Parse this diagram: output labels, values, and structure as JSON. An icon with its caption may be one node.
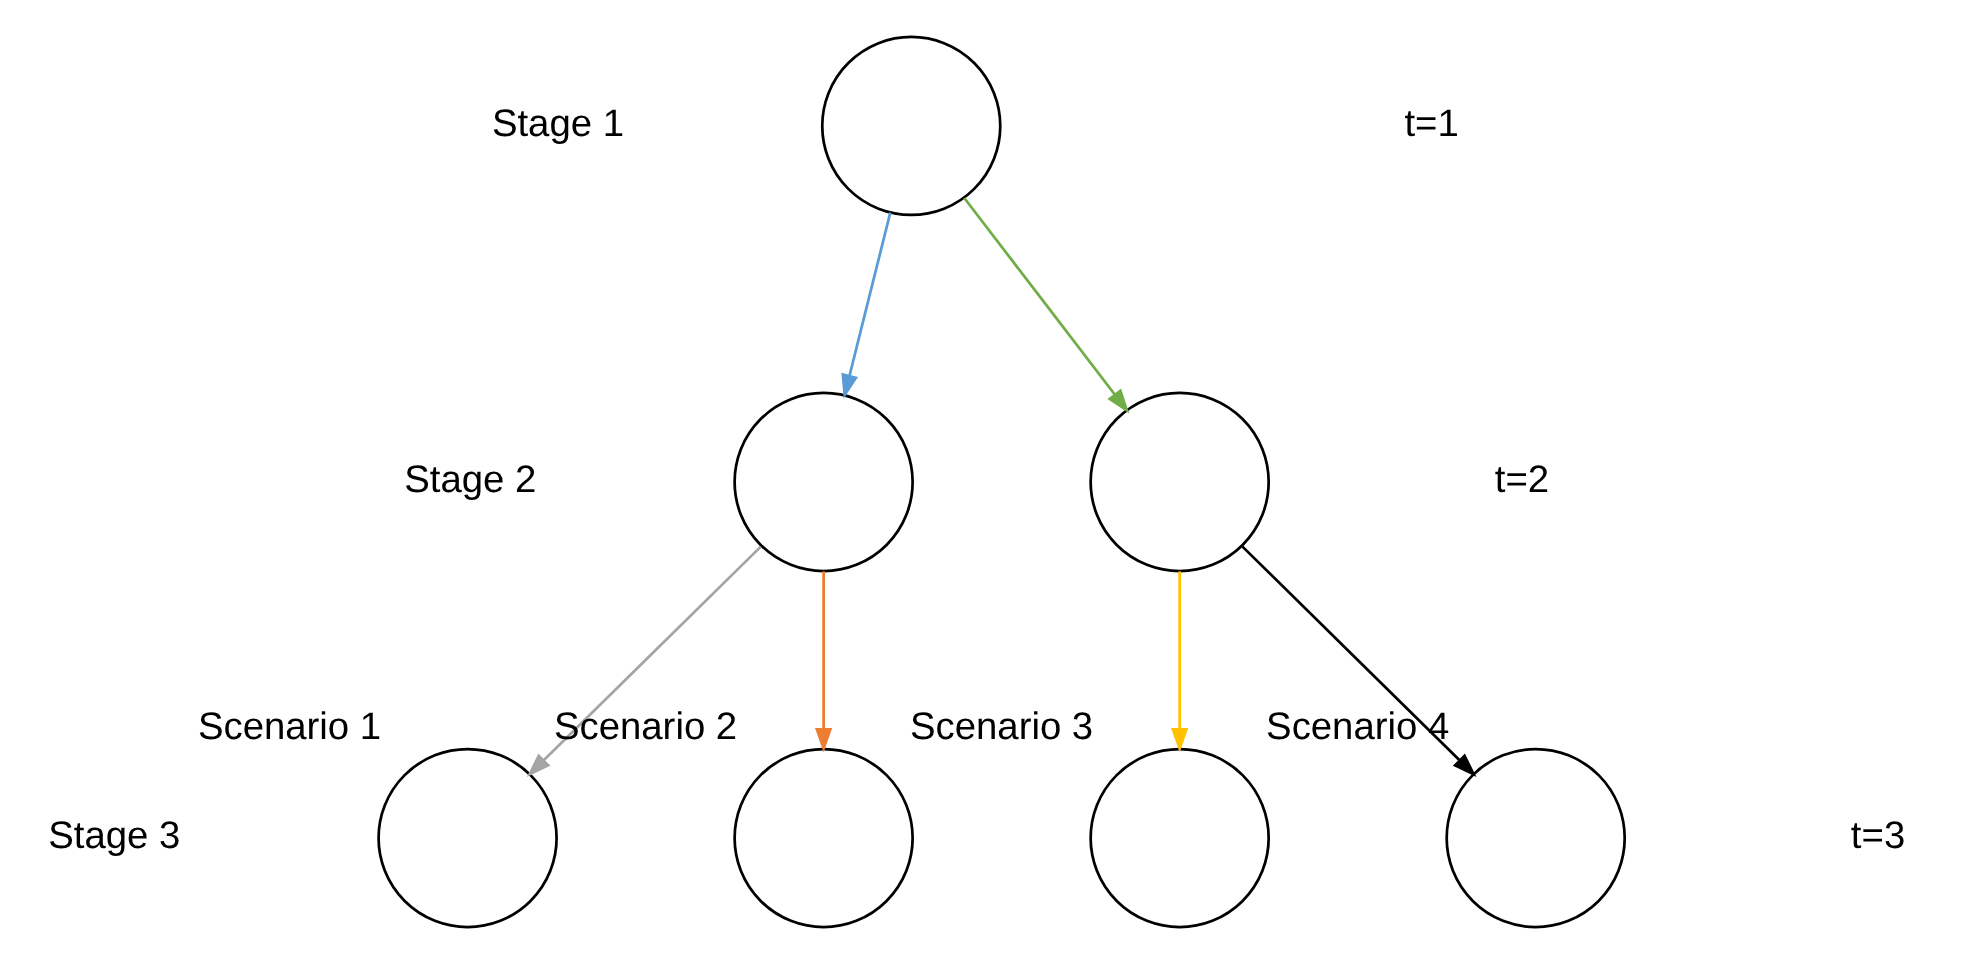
{
  "diagram": {
    "nodes": [
      {
        "text": [],
        "shape": "circle"
      },
      {
        "text": [],
        "shape": "circle"
      },
      {
        "text": [],
        "shape": "circle"
      },
      {
        "text": [],
        "shape": "circle",
        "beside": [
          "Scenario 1"
        ]
      },
      {
        "text": [],
        "shape": "circle",
        "beside": [
          "Scenario 2"
        ]
      },
      {
        "text": [],
        "shape": "circle",
        "beside": [
          "Scenario 3"
        ]
      },
      {
        "text": [],
        "shape": "circle",
        "beside": [
          "Scenario 4"
        ]
      }
    ],
    "edges": [
      {
        "from": 0,
        "to": 1,
        "arrow": "to",
        "color": "#5b9bd5"
      },
      {
        "from": 0,
        "to": 2,
        "arrow": "to",
        "color": "#70ad47"
      },
      {
        "from": 1,
        "to": 3,
        "arrow": "to",
        "color": "#a5a5a5"
      },
      {
        "from": 1,
        "to": 4,
        "arrow": "to",
        "color": "#ed7d31"
      },
      {
        "from": 2,
        "to": 5,
        "arrow": "to",
        "color": "#ffc000"
      },
      {
        "from": 2,
        "to": 6,
        "arrow": "to",
        "color": "#000000"
      }
    ],
    "labels": [
      "Stage 1",
      "t=1",
      "Stage 2",
      "t=2",
      "Stage 3",
      "t=3"
    ]
  }
}
